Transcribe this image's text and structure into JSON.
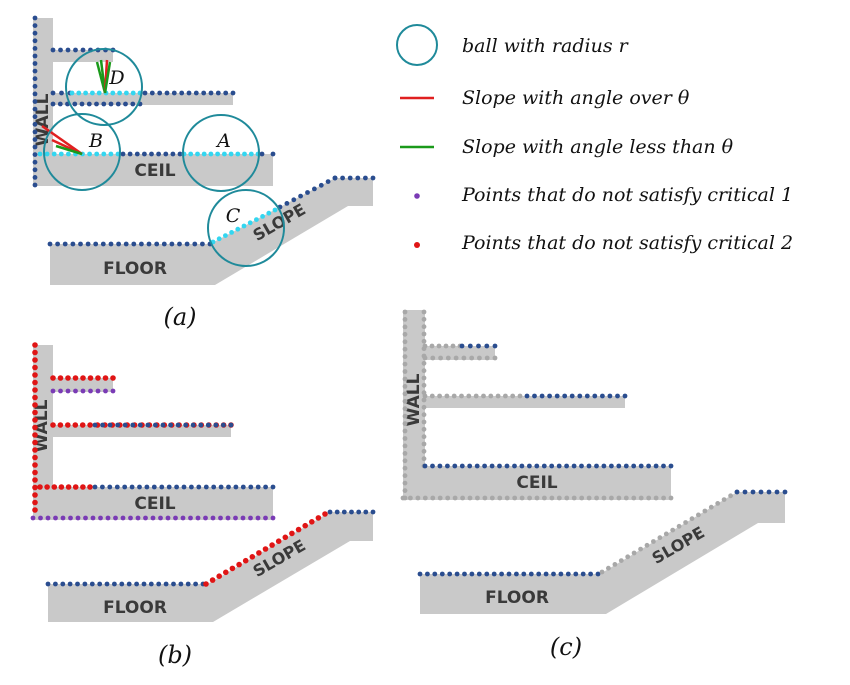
{
  "colors": {
    "shape_fill": "#c9c9c9",
    "point_blue": "#2a4d8f",
    "point_cyan": "#33d6f0",
    "point_purple": "#7a3bb5",
    "point_red": "#e01515",
    "point_gray": "#a8a8a8",
    "ball": "#1f8a9a",
    "slope_red": "#e02020",
    "slope_green": "#1a9a1a"
  },
  "labels": {
    "wall": "WALL",
    "ceil": "CEIL",
    "floor": "FLOOR",
    "slope": "SLOPE"
  },
  "panels": {
    "a": "(a)",
    "b": "(b)",
    "c": "(c)"
  },
  "ball_labels": {
    "a": "A",
    "b": "B",
    "c": "C",
    "d": "D"
  },
  "legend": [
    {
      "icon": "ball-icon",
      "text": "ball with radius r"
    },
    {
      "icon": "red-line-icon",
      "text": "Slope with angle over θ"
    },
    {
      "icon": "green-line-icon",
      "text": "Slope with angle less than θ"
    },
    {
      "icon": "purple-dot-icon",
      "text": "Points that do not satisfy critical 1"
    },
    {
      "icon": "red-dot-icon",
      "text": "Points that do not satisfy critical 2"
    }
  ]
}
